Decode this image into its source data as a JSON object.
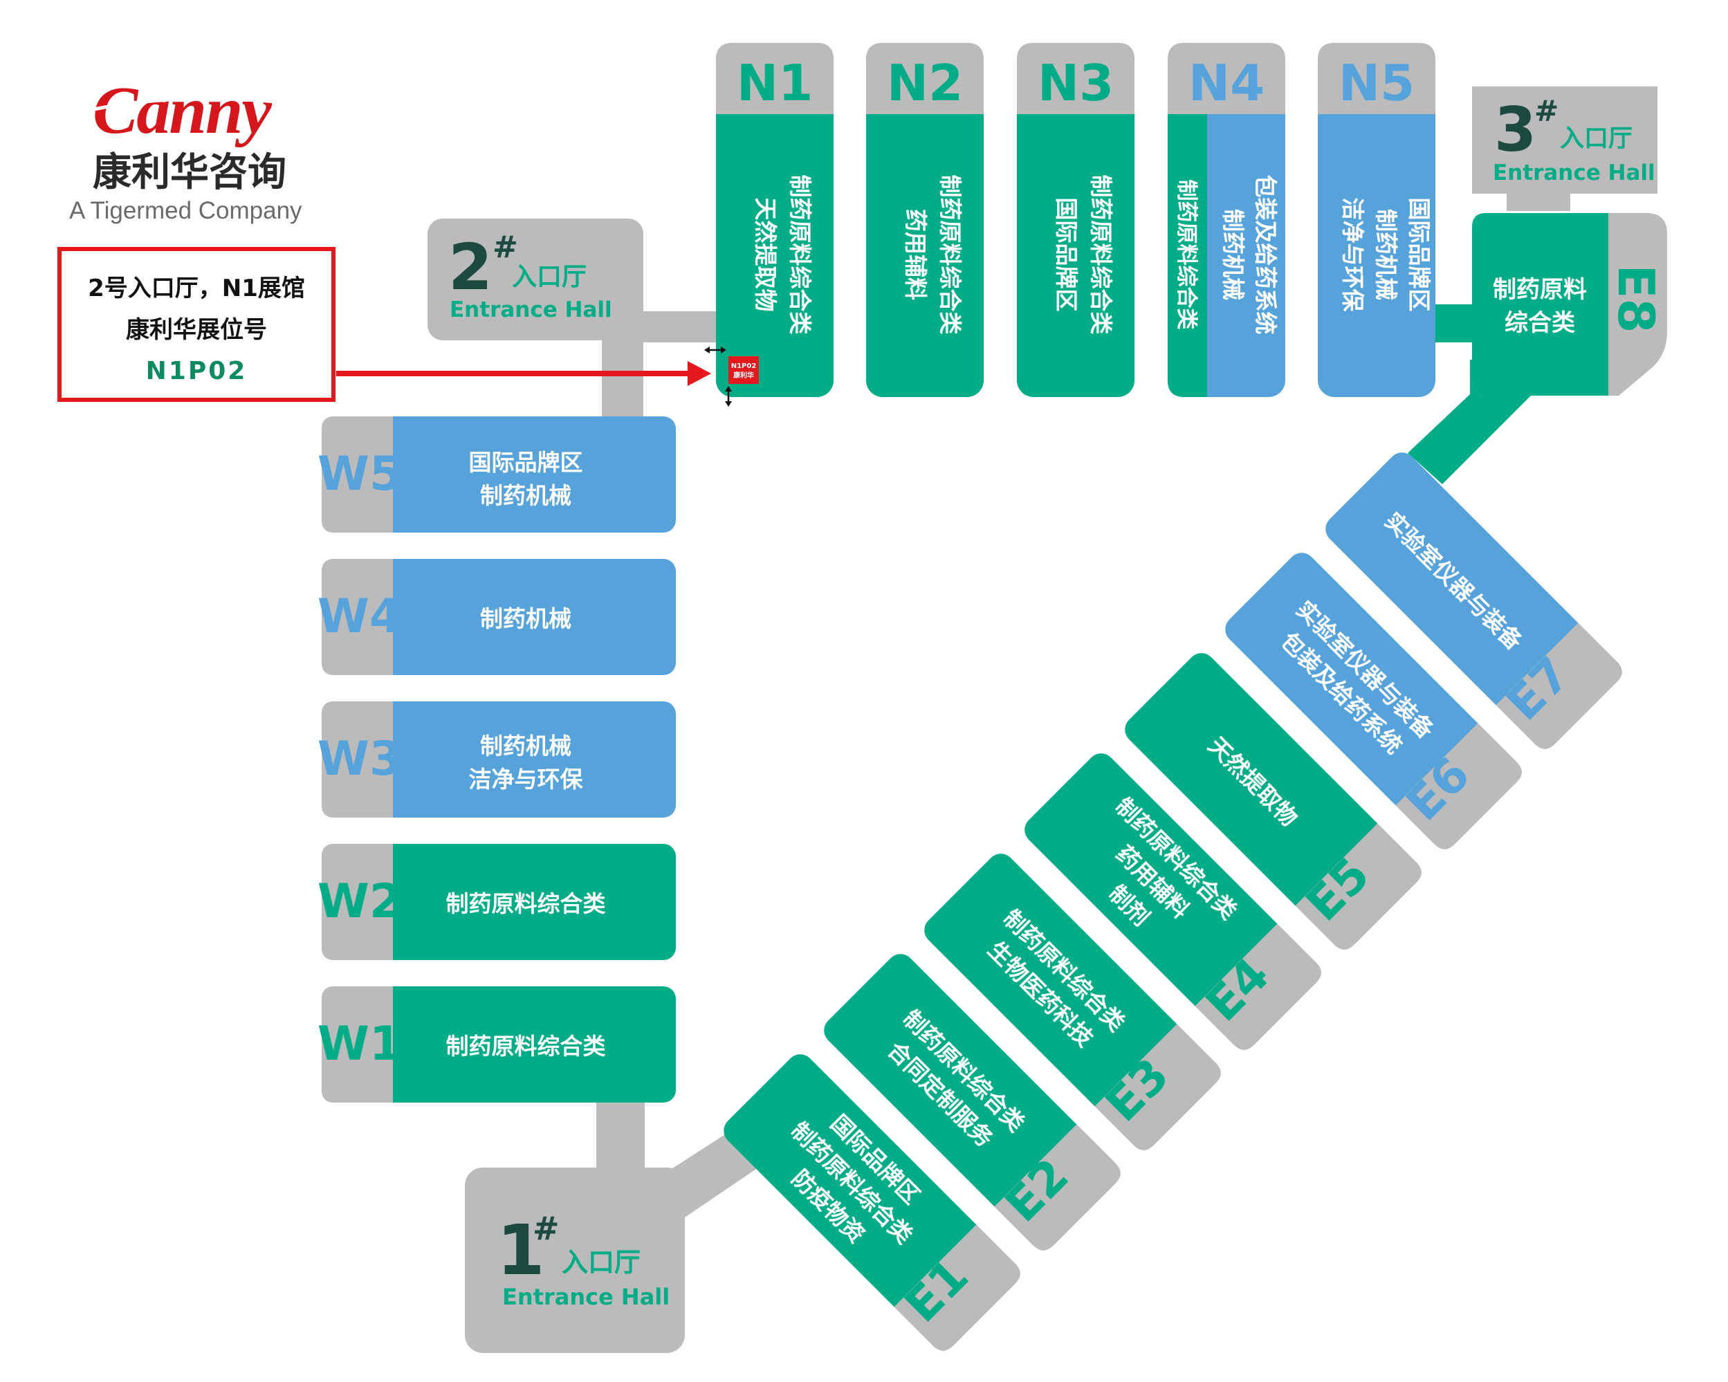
{
  "logo": {
    "wordmark": "Canny",
    "chinese_name": "康利华咨询",
    "tagline": "A Tigermed Company",
    "brand_color": "#d7161c"
  },
  "callout": {
    "line1": "2号入口厅，N1展馆",
    "line2": "康利华展位号",
    "booth": "N1P02",
    "border_color": "#e5191d",
    "booth_color": "#0b8c5f"
  },
  "booth_marker": {
    "code": "N1P02",
    "name": "康利华"
  },
  "entrances": [
    {
      "id": "1",
      "mark": "1",
      "hash": "#",
      "cn": "入口厅",
      "en": "Entrance Hall"
    },
    {
      "id": "2",
      "mark": "2",
      "hash": "#",
      "cn": "入口厅",
      "en": "Entrance Hall"
    },
    {
      "id": "3",
      "mark": "3",
      "hash": "#",
      "cn": "入口厅",
      "en": "Entrance Hall"
    }
  ],
  "colors": {
    "green": "#00ad86",
    "blue": "#56a3dc",
    "gray": "#bbbbbb",
    "label_green": "#00ad86",
    "label_blue": "#56a3dc",
    "dark": "#1d4a40"
  },
  "halls": {
    "n1": {
      "label": "N1",
      "lines": [
        "制药原料综合类",
        "天然提取物"
      ]
    },
    "n2": {
      "label": "N2",
      "lines": [
        "制药原料综合类",
        "药用辅料"
      ]
    },
    "n3": {
      "label": "N3",
      "lines": [
        "制药原料综合类",
        "国际品牌区"
      ]
    },
    "n4": {
      "label": "N4",
      "green_lines": [
        "制药原料综合类"
      ],
      "blue_lines": [
        "包装及给药系统",
        "制药机械"
      ]
    },
    "n5": {
      "label": "N5",
      "lines": [
        "国际品牌区",
        "制药机械",
        "洁净与环保"
      ]
    },
    "w5": {
      "label": "W5",
      "lines": [
        "国际品牌区",
        "制药机械"
      ]
    },
    "w4": {
      "label": "W4",
      "lines": [
        "制药机械"
      ]
    },
    "w3": {
      "label": "W3",
      "lines": [
        "制药机械",
        "洁净与环保"
      ]
    },
    "w2": {
      "label": "W2",
      "lines": [
        "制药原料综合类"
      ]
    },
    "w1": {
      "label": "W1",
      "lines": [
        "制药原料综合类"
      ]
    },
    "e8": {
      "label": "E8",
      "lines": [
        "制药原料",
        "综合类"
      ]
    },
    "e7": {
      "label": "E7",
      "lines": [
        "实验室仪器与装备"
      ]
    },
    "e6": {
      "label": "E6",
      "lines": [
        "实验室仪器与装备",
        "包装及给药系统"
      ]
    },
    "e5": {
      "label": "E5",
      "lines": [
        "天然提取物"
      ]
    },
    "e4": {
      "label": "E4",
      "lines": [
        "制药原料综合类",
        "药用辅料",
        "制剂"
      ]
    },
    "e3": {
      "label": "E3",
      "lines": [
        "制药原料综合类",
        "生物医药科技"
      ]
    },
    "e2": {
      "label": "E2",
      "lines": [
        "制药原料综合类",
        "合同定制服务"
      ]
    },
    "e1": {
      "label": "E1",
      "lines": [
        "国际品牌区",
        "制药原料综合类",
        "防疫物资"
      ]
    }
  }
}
